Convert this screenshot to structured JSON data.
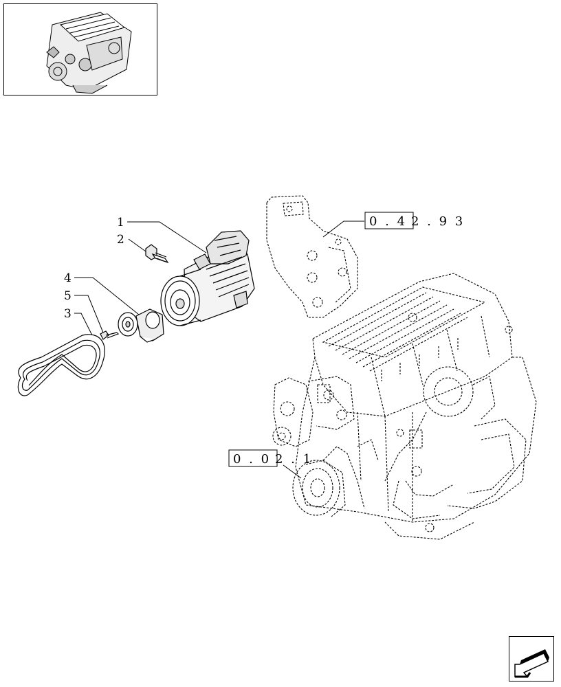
{
  "parts": [
    {
      "num": "1"
    },
    {
      "num": "2"
    },
    {
      "num": "4"
    },
    {
      "num": "5"
    },
    {
      "num": "3"
    }
  ],
  "refs": {
    "ref_a_boxed": "0 . 4",
    "ref_a_rest": "2 . 9 3",
    "ref_b_boxed": "0 . 0",
    "ref_b_rest": "2 . 1"
  },
  "icons": {
    "thumbnail": "engine-thumbnail-icon",
    "nav": "next-page-arrow-icon"
  }
}
